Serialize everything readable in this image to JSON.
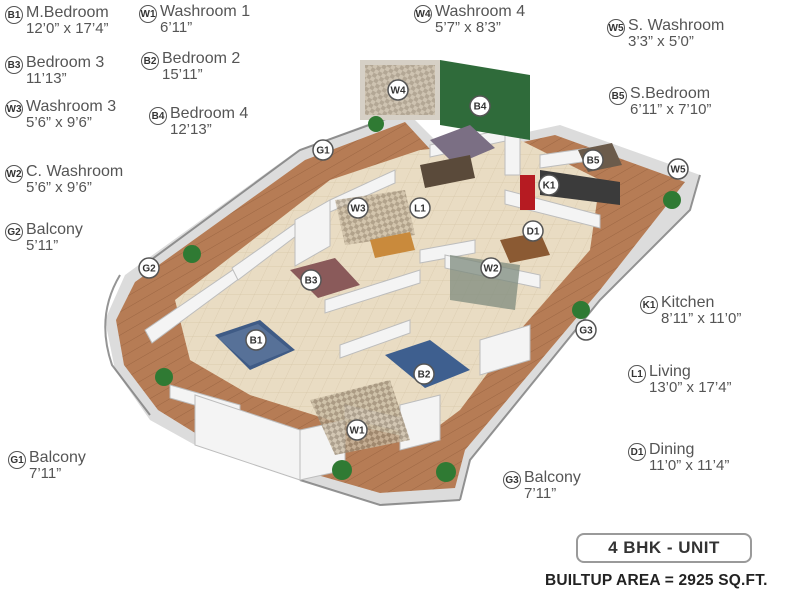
{
  "legend_left": [
    {
      "code": "B1",
      "name": "M.Bedroom",
      "size": "12’0” x 17’4”"
    },
    {
      "code": "B3",
      "name": "Bedroom 3",
      "size": "11’13”"
    },
    {
      "code": "W3",
      "name": "Washroom 3",
      "size": "5’6” x 9’6”"
    },
    {
      "code": "W2",
      "name": "C. Washroom",
      "size": "5’6” x 9’6”"
    },
    {
      "code": "G2",
      "name": "Balcony",
      "size": "5’11”"
    },
    {
      "code": "G1",
      "name": "Balcony",
      "size": "7’11”"
    }
  ],
  "legend_mid": [
    {
      "code": "W1",
      "name": "Washroom 1",
      "size": "6’11”"
    },
    {
      "code": "B2",
      "name": "Bedroom 2",
      "size": "15’11”"
    },
    {
      "code": "B4",
      "name": "Bedroom 4",
      "size": "12’13”"
    },
    {
      "code": "W4",
      "name": "Washroom 4",
      "size": "5’7” x 8’3”"
    }
  ],
  "legend_right": [
    {
      "code": "W5",
      "name": "S. Washroom",
      "size": "3’3” x 5’0”"
    },
    {
      "code": "B5",
      "name": "S.Bedroom",
      "size": "6’11” x 7’10”"
    },
    {
      "code": "K1",
      "name": "Kitchen",
      "size": "8’11” x 11’0”"
    },
    {
      "code": "L1",
      "name": "Living",
      "size": "13’0” x 17’4”"
    },
    {
      "code": "D1",
      "name": "Dining",
      "size": "11’0” x 11’4”"
    },
    {
      "code": "G3",
      "name": "Balcony",
      "size": "7’11”"
    }
  ],
  "plan_markers": [
    "W4",
    "B4",
    "B5",
    "W5",
    "K1",
    "G1",
    "W3",
    "L1",
    "D1",
    "G2",
    "W2",
    "B3",
    "G3",
    "B1",
    "B2",
    "W1"
  ],
  "unit_type": "4 BHK - UNIT",
  "builtup_area": "BUILTUP AREA = 2925 SQ.FT.",
  "colors": {
    "floor": "#efe3cf",
    "deck": "#b47b56",
    "wall": "#f4f4f4",
    "wall_shade": "#d9d9d9",
    "accent_wall": "#2f6b3a",
    "badge_border": "#555555"
  }
}
